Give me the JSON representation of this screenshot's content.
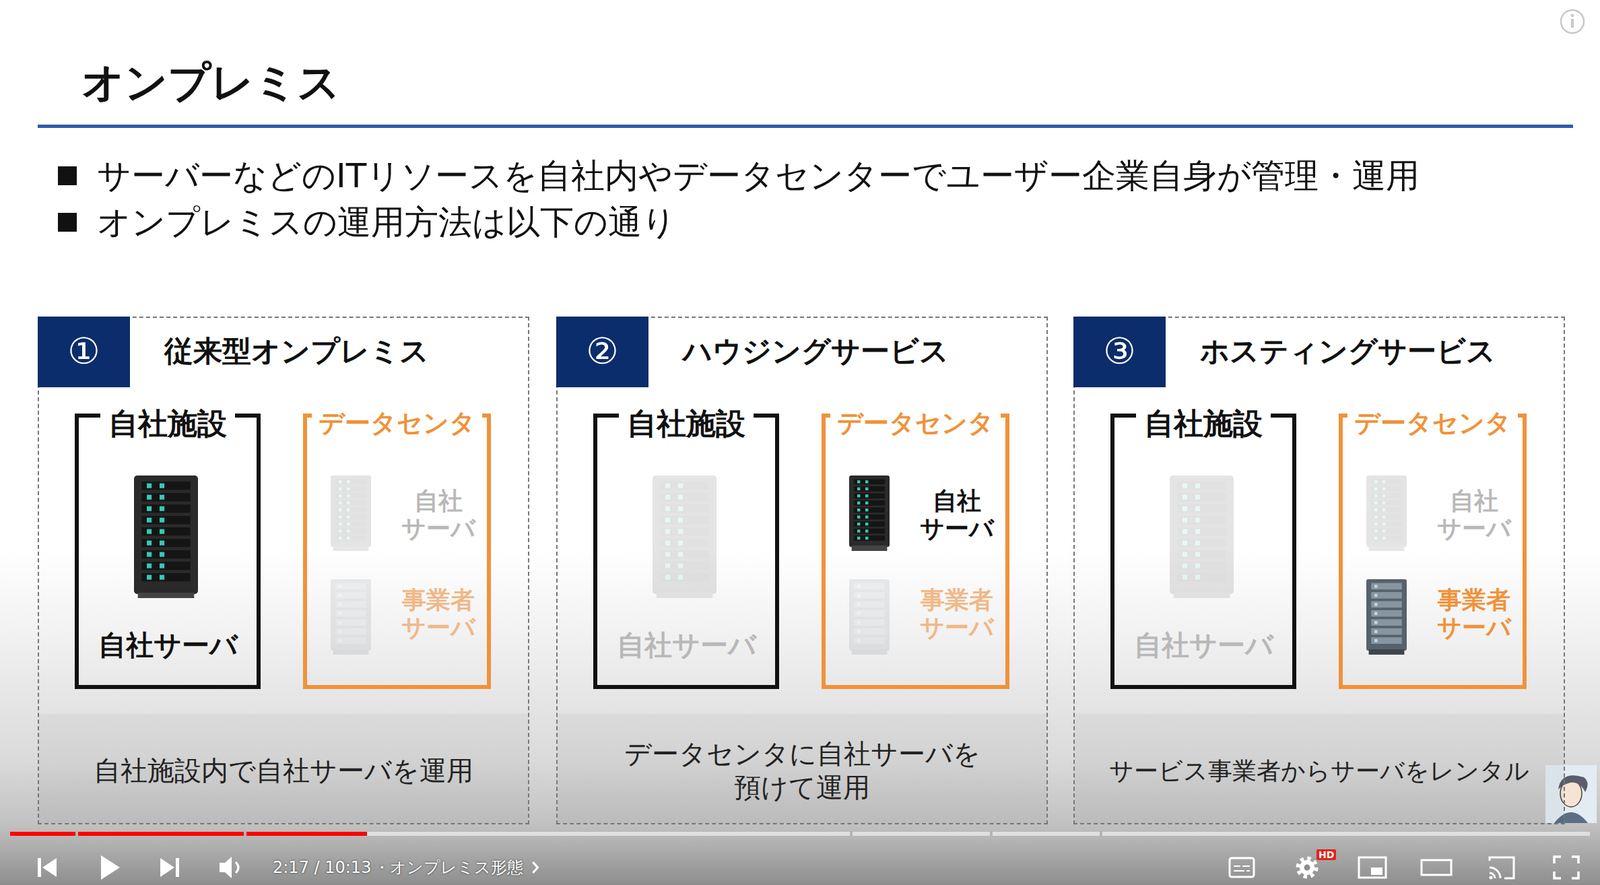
{
  "diagram": {
    "title": "オンプレミス",
    "nodes": [
      {
        "text": [
          "従来型オンプレミス",
          "自社施設内で自社サーバを運用"
        ]
      },
      {
        "text": [
          "①"
        ],
        "in": 0
      },
      {
        "text": [
          "自社施設",
          "自社サーバ"
        ],
        "in": 0
      },
      {
        "text": [
          "データセンタ",
          "自社 サーバ",
          "事業者 サーバ"
        ],
        "in": 0
      },
      {
        "text": [
          "ハウジングサービス",
          "データセンタに自社サーバを 預けて運用"
        ]
      },
      {
        "text": [
          "②"
        ],
        "in": 4
      },
      {
        "text": [
          "自社施設",
          "自社サーバ"
        ],
        "in": 4
      },
      {
        "text": [
          "データセンタ",
          "自社 サーバ",
          "事業者 サーバ"
        ],
        "in": 4
      },
      {
        "text": [
          "ホスティングサービス",
          "サービス事業者からサーバをレンタル"
        ]
      },
      {
        "text": [
          "③"
        ],
        "in": 8
      },
      {
        "text": [
          "自社施設",
          "自社サーバ"
        ],
        "in": 8
      },
      {
        "text": [
          "データセンタ",
          "自社 サーバ",
          "事業者 サーバ"
        ],
        "in": 8
      }
    ],
    "labels": [
      "サーバーなどのITリソースを自社内やデータセンターでユーザー企業自身が管理・運用",
      "オンプレミスの運用方法は以下の通り",
      "2:17 / 10:13",
      "・オンプレミス形態",
      "HD"
    ]
  }
}
